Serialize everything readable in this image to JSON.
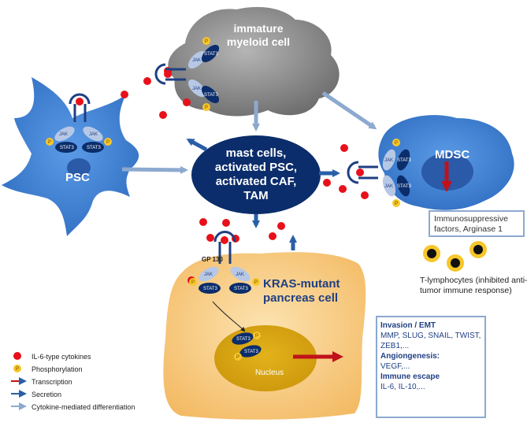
{
  "cells": {
    "myeloid": "immature\nmyeloid cell",
    "psc": "PSC",
    "mdsc": "MDSC",
    "center": "mast cells,\nactivated PSC,\nactivated CAF,\nTAM",
    "kras": "KRAS-mutant\npancreas cell",
    "nucleus": "Nucleus"
  },
  "receptor": {
    "gp130": "GP 130",
    "jak": "JAK",
    "stat3": "STAT3",
    "phospho": "P"
  },
  "mdsc_output": {
    "immunosuppressive": "Immunosuppressive factors, Arginase 1",
    "t_lymphocytes": "T-lymphocytes (inhibited anti-tumor immune response)"
  },
  "effects": [
    {
      "heading": "Invasion / EMT",
      "items": "MMP, SLUG, SNAIL, TWIST, ZEB1,..."
    },
    {
      "heading": "Angiongenesis:",
      "items": "VEGF,..."
    },
    {
      "heading": "Immune escape",
      "items": "IL-6, IL-10,..."
    }
  ],
  "legend": [
    {
      "icon": "red-dot",
      "label": "IL-6-type cytokines"
    },
    {
      "icon": "yellow-p-circle",
      "label": "Phosphorylation"
    },
    {
      "icon": "red-arrow",
      "label": "Transcription"
    },
    {
      "icon": "dark-blue-arrow",
      "label": "Secretion"
    },
    {
      "icon": "light-blue-arrow",
      "label": "Cytokine-mediated differentiation"
    }
  ],
  "colors": {
    "cytokine": "#e8101a",
    "phospho_fill": "#f7c629",
    "transcription": "#c0121a",
    "secretion": "#2a5fa8",
    "differentiation": "#8da9cf",
    "cell_blue": "#3d7fd4",
    "center_navy": "#0b2d6b",
    "kras_fill": "#f8c97a",
    "nucleus_fill": "#d9a30b",
    "myeloid_gray": "#8a8a8a"
  }
}
